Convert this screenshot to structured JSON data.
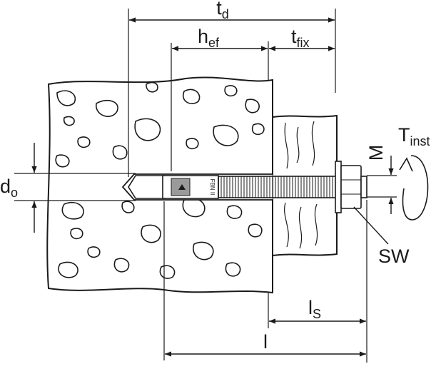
{
  "labels": {
    "td": {
      "main": "t",
      "sub": "d"
    },
    "hef": {
      "main": "h",
      "sub": "ef"
    },
    "tfix": {
      "main": "t",
      "sub": "fix"
    },
    "tinst": {
      "main": "T",
      "sub": "inst"
    },
    "m": {
      "main": "M"
    },
    "d0": {
      "main": "d",
      "sub": "o"
    },
    "sw": {
      "main": "SW"
    },
    "ls": {
      "main": "l",
      "sub": "S"
    },
    "l": {
      "main": "l"
    }
  },
  "anchor": {
    "marking": "FBN II"
  },
  "colors": {
    "line": "#1a1a1a",
    "fill": "#ffffff",
    "shade": "#9a9a9a"
  }
}
